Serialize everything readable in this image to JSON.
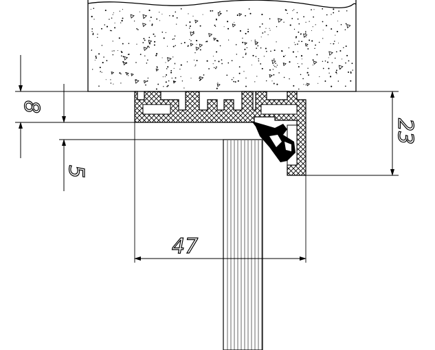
{
  "dimensions": {
    "thickness_top": "8",
    "gap": "5",
    "height": "23",
    "width": "47"
  },
  "colors": {
    "line": "#000000",
    "background": "#ffffff"
  }
}
